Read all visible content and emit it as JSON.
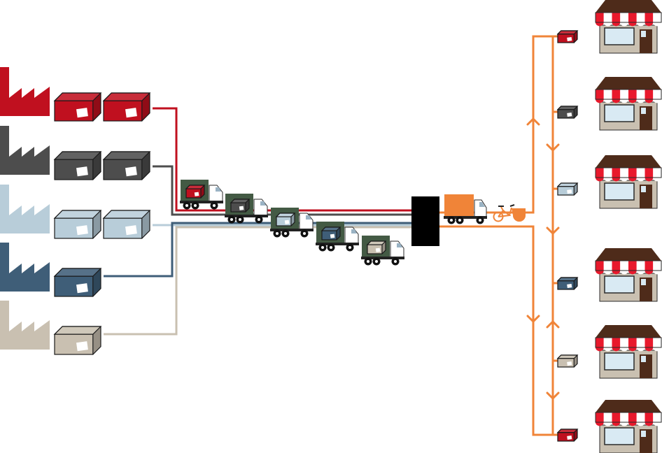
{
  "colors": {
    "factories": [
      "#c0101f",
      "#4d4d4d",
      "#b8cdd9",
      "#3f5e78",
      "#c9c0b1"
    ],
    "truck_cab": "#435a44",
    "hub": "#000000",
    "delivery": "#f08438",
    "store_roof": "#4e2b1a",
    "store_stripe": "#e8192c",
    "store_wall": "#c9c0b1",
    "store_window": "#d9eaf3",
    "store_door": "#4e2b1a"
  },
  "factories": [
    {
      "color_index": 0,
      "boxes": 2
    },
    {
      "color_index": 1,
      "boxes": 2
    },
    {
      "color_index": 2,
      "boxes": 2
    },
    {
      "color_index": 3,
      "boxes": 1
    },
    {
      "color_index": 4,
      "boxes": 1
    }
  ],
  "trucks": [
    {
      "cargo_color_index": 0
    },
    {
      "cargo_color_index": 1
    },
    {
      "cargo_color_index": 2
    },
    {
      "cargo_color_index": 3
    },
    {
      "cargo_color_index": 4
    }
  ],
  "hub": {
    "icon": "consolidation-hub"
  },
  "last_mile": [
    {
      "icon": "delivery-van"
    },
    {
      "icon": "cargo-bike"
    }
  ],
  "stores": [
    {
      "package_color_index": 0
    },
    {
      "package_color_index": 1
    },
    {
      "package_color_index": 2
    },
    {
      "package_color_index": 3
    },
    {
      "package_color_index": 4
    },
    {
      "package_color_index": 0
    }
  ]
}
